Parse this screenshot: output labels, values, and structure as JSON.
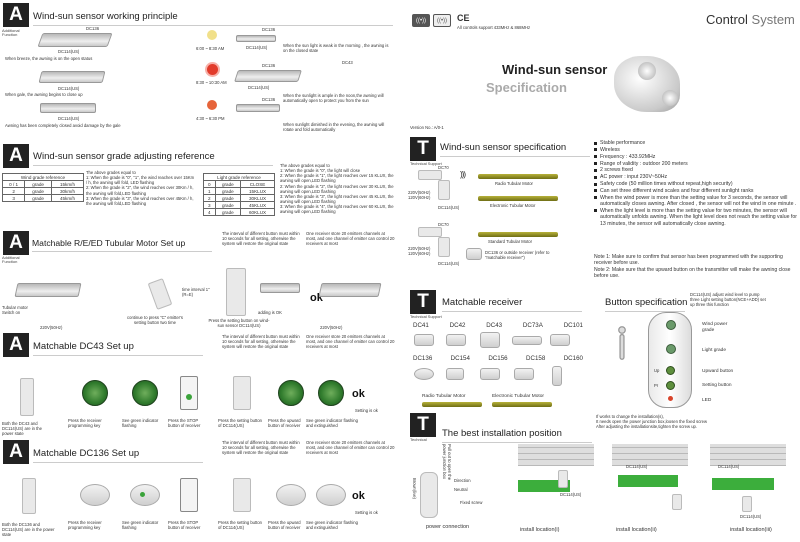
{
  "left": {
    "s1": {
      "badge": "A",
      "sub": "Additional Function",
      "title": "Wind-sun sensor working principle",
      "dc136": [
        "DC136",
        "DC136",
        "DC136",
        "DC136"
      ],
      "dc114": [
        "DC114(US)",
        "DC114(US)",
        "DC114(US)",
        "DC114(US)",
        "DC114(US)"
      ],
      "cap_breeze": "When breeze, the awning is on the open status",
      "cap_gale": "When gale, the awning begins to close up",
      "cap_bottom": "Awning has been completely closed avoid damage by the gale",
      "t1": "6:00 ~ 8:30 AM",
      "t2": "8:30 ~ 10:30 AM",
      "t3": "4:30 ~ 6:30 PM",
      "n1": "When the sun light is weak in the morning , the awning is on the closed state",
      "n2": "When the sunlight is ample in the noon,the awning will automatically open to protect you from the sun",
      "n3": "When sunlight dimished in the evening, the awning will rotate and fold automatically",
      "dc43": "DC43"
    },
    "s2": {
      "badge": "A",
      "title": "Wind-sun sensor grade adjusting reference",
      "wind_head": "Wind grade reference",
      "wind_rows": [
        [
          "0 / 1",
          "grade",
          "15km/h"
        ],
        [
          "2",
          "grade",
          "30km/h"
        ],
        [
          "3",
          "grade",
          "45km/h"
        ]
      ],
      "wind_text": [
        "The above grades equal to",
        "1: When the grade is \"0\", \"1\", the wind reaches over 15Km / h, the awning will fold, LED flashing",
        "2: When the grade is \"2\", the wind reaches over 30Km / h, the awning will fold,LED flashing",
        "3: When the grade is \"3\", the wind reaches over 45Km / h, the awning will fold,LED flashing"
      ],
      "light_head": "Light grade reference",
      "light_rows": [
        [
          "0",
          "grade",
          "CLOSE"
        ],
        [
          "1",
          "grade",
          "15KLUX"
        ],
        [
          "2",
          "grade",
          "30KLUX"
        ],
        [
          "3",
          "grade",
          "45KLUX"
        ],
        [
          "4",
          "grade",
          "60KLUX"
        ]
      ],
      "light_text": [
        "The above grades equal to",
        "1: When the grade is \"0\", the light will close",
        "2: When the grade is \"1\", the light reaches over 15 KLUX, the awning will open,LED flashing",
        "2: When the grade is \"2\", the light reaches over 30 KLUX, the awning will open,LED flashing",
        "3: When the grade is \"3\", the light reaches over 45 KLUX, the awning will open,LED flashing",
        "3: When the grade is \"4\", the light reaches over 60 KLUX, the awning will open,LED flashing"
      ]
    },
    "s3": {
      "badge": "A",
      "sub": "Additional Function",
      "title": "Matchable R/E/ED Tubular Motor Set up",
      "note1": "The interval of different button must within 10 seconds for all setting, otherwise the system will restore the original state",
      "note2": "One receiver store 20 emitters channels at most, and one channel of emitter can control 20 receivers at most",
      "c1": "Tubular motor Switch on",
      "c2": "continue to press \"C\" emitter's setting button two time",
      "c3": "time interval 1\"(R=E)",
      "c4": "Press the setting button on wind-sun sensor DC114(US)",
      "c5": "adding is OK",
      "v1": "220V(50Hz)",
      "v2": "220V(50Hz)",
      "ok": "ok"
    },
    "s4": {
      "badge": "A",
      "title": "Matchable DC43 Set up",
      "note1": "The interval of different button must within 10 seconds for all setting, otherwise the system will restore the original state",
      "note2": "One receiver store 20 emitters channels at most, and one channel of emitter can control 20 receivers at most",
      "c1": "Both the DC43 and DC114(US) are in the power state",
      "c2": "Press the receiver programming key",
      "c3": "See green indicator flashing",
      "c4": "Press the STOP button of receiver",
      "c5": "Press the setting button of DC114(US)",
      "c6": "Press the upward button of receiver",
      "c7": "See green indicator flashing and extinguished",
      "c8": "Setting is ok",
      "ok": "ok"
    },
    "s5": {
      "badge": "A",
      "title": "Matchable DC136 Set up",
      "note1": "The interval of different button must within 10 seconds for all setting, otherwise the system will restore the original state",
      "note2": "One receiver store 20 emitters channels at most, and one channel of emitter can control 20 receivers at most",
      "c1": "Both the DC136 and DC114(US) are in the power state",
      "c2": "Press the receiver programming key",
      "c3": "See green indicator flashing",
      "c4": "Press the STOP button of receiver",
      "c5": "Press the setting button of DC114(US)",
      "c6": "Press the upward button of receiver",
      "c7": "See green indicator flashing and extinguished",
      "c8": "Setting is ok",
      "ok": "ok"
    }
  },
  "right": {
    "header": {
      "ce": "CE",
      "note": "All controls support 433MHz & 868MHz",
      "brand1": "Control",
      "brand2": "System"
    },
    "title1": "Wind-sun sensor",
    "title2": "Specification",
    "version": "Version No.: A/0-1",
    "s1": {
      "badge": "T",
      "sub": "Technical Support",
      "title": "Wind-sun sensor specification",
      "dc70": [
        "DC70",
        "DC70"
      ],
      "dc114": [
        "DC114(US)",
        "DC114(US)"
      ],
      "radio": "Radio Tubular Motor",
      "elec": "Electronic Tubular Motor",
      "std": "Standard Tubular Motor",
      "out": "DC136 or outside receiver (refer to \"matchable receiver\")",
      "v": [
        "220V(50Hz) 120V(60Hz)",
        "220V(50Hz) 120V(60Hz)"
      ],
      "bullets": [
        "Stable performance",
        "Wireless",
        "Frequency : 433.92MHz",
        "Range of validity : outdoor 200 meters",
        "2 screws fixed",
        "AC power : input 230V~50Hz",
        "Safety code (50 million times without repeat,high security)",
        "Can set three different wind scales and four different sunlight ranks",
        "When the wind power is more than the setting value for 3 seconds, the sensor will automatically closes awning. After closed , the sensor will not the wind in one minute .",
        "When the light level is more than the setting value for two minutes, the sensor will automatically unfolds awning. When the light level does not reach the setting value for 13 minutes, the sensor will automatically close awning."
      ],
      "note1": "Note 1: Make sure to confirm that sensor has been programmed with the supporting receiver before use.",
      "note2": "Note 2: Make sure that the upward button on the transmitter will make the awning close before use."
    },
    "s2": {
      "badge": "T",
      "sub": "Technical Support",
      "title": "Matchable receiver",
      "row1": [
        "DC41",
        "DC42",
        "DC43",
        "DC73A",
        "DC101"
      ],
      "row2": [
        "DC136",
        "DC154",
        "DC156",
        "DC158",
        "DC160"
      ],
      "m1": "Radio Tubular Motor",
      "m2": "Electronic Tubular Motor"
    },
    "s3": {
      "title": "Button specification",
      "note": "DC114(US) adjust wind level to pump three Light setting button(NCE+ADD) set up three this function",
      "labels": [
        "Wind power grade",
        "Light grade",
        "Upward button",
        "Setting button",
        "LED"
      ],
      "chip": [
        "Up",
        "Pr"
      ]
    },
    "s4": {
      "badge": "T",
      "sub": "Technical",
      "title": "The best installation position",
      "note": [
        "If works to change the installation(s),",
        "It needs open the power junction box,loosen the fixed screw",
        "After adjusting the installationsite,tighten the screw up."
      ],
      "wires": [
        "Brown(live)",
        "Direction",
        "Neutral"
      ],
      "fixed": "Fixed screw",
      "side": "Pull out to open the power junction box",
      "cap": [
        "power connection",
        "install location(i)",
        "install location(ii)",
        "install location(iii)"
      ],
      "dc114": [
        "DC114(US)",
        "DC114(US)",
        "DC114(US)",
        "DC114(US)"
      ]
    }
  }
}
